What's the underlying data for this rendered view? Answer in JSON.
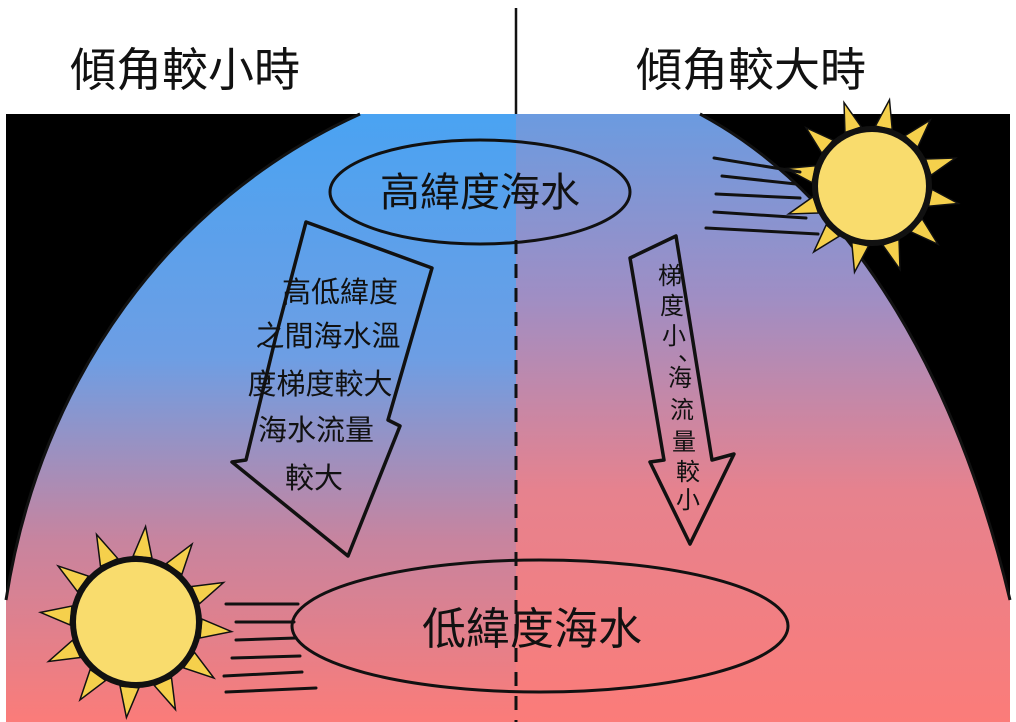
{
  "header": {
    "left_title": "傾角較小時",
    "right_title": "傾角較大時"
  },
  "labels": {
    "high_latitude": "高緯度海水",
    "low_latitude": "低緯度海水",
    "left_arrow_lines": [
      "高低緯度",
      "之間海水溫",
      "度梯度較大",
      "海水流量",
      "較大"
    ],
    "right_arrow_lines": [
      "梯",
      "度",
      "小",
      "、",
      "海",
      "流",
      "量",
      "較",
      "小"
    ]
  },
  "colors": {
    "background": "#000000",
    "cold_top_left": "#4aa3f2",
    "cold_top_right": "#6b9be0",
    "warm_bottom": "#fb7c79",
    "sun_fill": "#f9dc6d",
    "sun_ray": "#f5d04c",
    "outline": "#111111"
  },
  "icons": [
    "sun-icon-left",
    "sun-icon-right"
  ]
}
